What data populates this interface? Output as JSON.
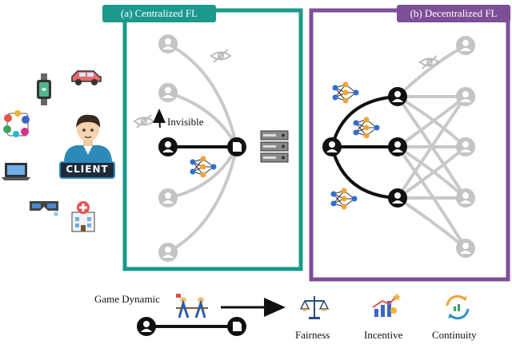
{
  "panels": {
    "centralized": {
      "label": "(a) Centralized FL",
      "color": "#1b9a8c"
    },
    "decentralized": {
      "label": "(b) Decentralized FL",
      "color": "#7d4f96"
    }
  },
  "annotations": {
    "invisible": "Invisible",
    "client_badge": "CLIENT"
  },
  "game": {
    "title": "Game Dynamic",
    "outcomes": [
      "Fairness",
      "Incentive",
      "Continuity"
    ]
  },
  "colors": {
    "active_link": "#111111",
    "inactive_link": "#c9c9c9",
    "inactive_node": "#c4c4c4",
    "server": "#8a8a8a"
  },
  "icons": [
    "smartwatch-icon",
    "car-icon",
    "smartphone-apps-icon",
    "laptop-icon",
    "vr-glasses-icon",
    "hospital-icon",
    "client-avatar-icon",
    "server-icon",
    "neural-network-icon",
    "hidden-eye-icon",
    "tug-of-war-icon",
    "justice-scale-icon",
    "incentive-chart-icon",
    "continuity-cycle-icon"
  ]
}
